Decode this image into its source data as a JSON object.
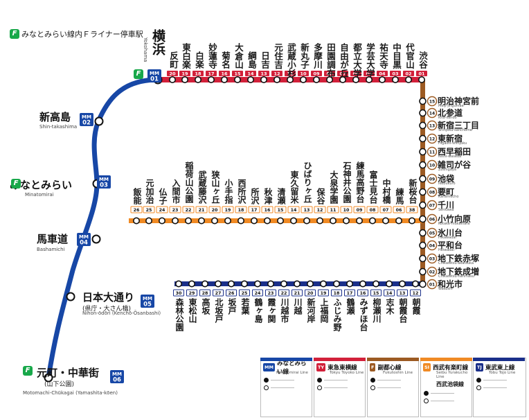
{
  "title": "みなとみらい線内Ｆライナー停車駅",
  "minatomirai": {
    "color": "#1747a6",
    "stations": [
      {
        "code": "01",
        "name": "横浜",
        "sub": "Yokohama",
        "flinear": true
      },
      {
        "code": "02",
        "name": "新高島",
        "sub": "Shin-takashima",
        "flinear": false
      },
      {
        "code": "03",
        "name": "みなとみらい",
        "sub": "Minatomirai",
        "flinear": true
      },
      {
        "code": "04",
        "name": "馬車道",
        "sub": "Bashamichi",
        "flinear": false
      },
      {
        "code": "05",
        "name": "日本大通り",
        "sub2": "(県庁・大さん橋)",
        "sub": "Nihon-ōdōri (Kenchō-Ōsanbashi)",
        "flinear": false
      },
      {
        "code": "06",
        "name": "元町・中華街",
        "sub2": "(山下公園)",
        "sub": "Motomachi-Chūkagai (Yamashita-kōen)",
        "flinear": true
      }
    ]
  },
  "toyoko": {
    "color": "#d2203a",
    "prefix": "TY",
    "stations": [
      {
        "code": "20",
        "name": "反町"
      },
      {
        "code": "19",
        "name": "東白楽"
      },
      {
        "code": "18",
        "name": "白楽"
      },
      {
        "code": "17",
        "name": "妙蓮寺"
      },
      {
        "code": "16",
        "name": "菊名"
      },
      {
        "code": "15",
        "name": "大倉山"
      },
      {
        "code": "14",
        "name": "綱島"
      },
      {
        "code": "13",
        "name": "日吉"
      },
      {
        "code": "12",
        "name": "元住吉"
      },
      {
        "code": "11",
        "name": "武蔵小杉"
      },
      {
        "code": "10",
        "name": "新丸子"
      },
      {
        "code": "09",
        "name": "多摩川"
      },
      {
        "code": "08",
        "name": "田園調布"
      },
      {
        "code": "07",
        "name": "自由が丘"
      },
      {
        "code": "06",
        "name": "都立大学"
      },
      {
        "code": "05",
        "name": "学芸大学"
      },
      {
        "code": "04",
        "name": "祐天寺"
      },
      {
        "code": "03",
        "name": "中目黒"
      },
      {
        "code": "02",
        "name": "代官山"
      },
      {
        "code": "01",
        "name": "渋谷"
      }
    ]
  },
  "fukutoshin": {
    "color": "#9c5a22",
    "prefix": "F",
    "stations": [
      {
        "code": "15",
        "name": "明治神宮前",
        "sub": "Meiji-jingumae"
      },
      {
        "code": "14",
        "name": "北参道",
        "sub": "Kita-sando"
      },
      {
        "code": "13",
        "name": "新宿三丁目",
        "sub": "Shinjuku-sanchome"
      },
      {
        "code": "12",
        "name": "東新宿",
        "sub": "Higashi-shinjuku"
      },
      {
        "code": "11",
        "name": "西早稲田",
        "sub": "Nishi-waseda"
      },
      {
        "code": "10",
        "name": "雑司が谷",
        "sub": "Zoshigaya"
      },
      {
        "code": "09",
        "name": "池袋",
        "sub": "Ikebukuro"
      },
      {
        "code": "08",
        "name": "要町",
        "sub": "Kanamecho"
      },
      {
        "code": "07",
        "name": "千川",
        "sub": "Senkawa"
      },
      {
        "code": "06",
        "name": "小竹向原",
        "sub": "Kotake-mukaihara"
      },
      {
        "code": "05",
        "name": "氷川台",
        "sub": "Hikawadai"
      },
      {
        "code": "04",
        "name": "平和台",
        "sub": "Heiwadai"
      },
      {
        "code": "03",
        "name": "地下鉄赤塚",
        "sub": "Chikatetsu-akatsuka"
      },
      {
        "code": "02",
        "name": "地下鉄成増",
        "sub": "Chikatetsu-narimasu"
      },
      {
        "code": "01",
        "name": "和光市",
        "sub": "Wakoshi"
      }
    ]
  },
  "seibu": {
    "color": "#f08a24",
    "prefix": "SI",
    "stations": [
      {
        "code": "26",
        "name": "飯能"
      },
      {
        "code": "25",
        "name": "元加治"
      },
      {
        "code": "24",
        "name": "仏子"
      },
      {
        "code": "23",
        "name": "入間市"
      },
      {
        "code": "22",
        "name": "稲荷山公園"
      },
      {
        "code": "21",
        "name": "武蔵藤沢"
      },
      {
        "code": "20",
        "name": "狭山ヶ丘"
      },
      {
        "code": "19",
        "name": "小手指"
      },
      {
        "code": "18",
        "name": "西所沢"
      },
      {
        "code": "17",
        "name": "所沢"
      },
      {
        "code": "16",
        "name": "秋津"
      },
      {
        "code": "15",
        "name": "清瀬"
      },
      {
        "code": "14",
        "name": "東久留米"
      },
      {
        "code": "13",
        "name": "ひばりヶ丘"
      },
      {
        "code": "12",
        "name": "保谷"
      },
      {
        "code": "11",
        "name": "大泉学園"
      },
      {
        "code": "10",
        "name": "石神井公園"
      },
      {
        "code": "09",
        "name": "練馬高野台"
      },
      {
        "code": "08",
        "name": "富士見台"
      },
      {
        "code": "07",
        "name": "中村橋"
      },
      {
        "code": "06",
        "name": "練馬"
      },
      {
        "code": "38",
        "name": "新桜台"
      }
    ]
  },
  "tojo": {
    "color": "#1a2f8a",
    "prefix": "TJ",
    "stations": [
      {
        "code": "30",
        "name": "森林公園"
      },
      {
        "code": "29",
        "name": "東松山"
      },
      {
        "code": "28",
        "name": "高坂"
      },
      {
        "code": "27",
        "name": "北坂戸"
      },
      {
        "code": "26",
        "name": "坂戸"
      },
      {
        "code": "25",
        "name": "若葉"
      },
      {
        "code": "24",
        "name": "鶴ヶ島"
      },
      {
        "code": "23",
        "name": "霞ヶ関"
      },
      {
        "code": "22",
        "name": "川越市"
      },
      {
        "code": "21",
        "name": "川越"
      },
      {
        "code": "20",
        "name": "新河岸"
      },
      {
        "code": "19",
        "name": "上福岡"
      },
      {
        "code": "18",
        "name": "ふじみ野"
      },
      {
        "code": "17",
        "name": "鶴瀬"
      },
      {
        "code": "16",
        "name": "みずほ台"
      },
      {
        "code": "15",
        "name": "柳瀬川"
      },
      {
        "code": "14",
        "name": "志木"
      },
      {
        "code": "13",
        "name": "朝霞台"
      },
      {
        "code": "12",
        "name": "朝霞"
      }
    ]
  },
  "legend": [
    {
      "name": "みなとみらい線",
      "en": "Minatomirai Line",
      "color": "#1747a6",
      "badge": "MM"
    },
    {
      "name": "東急東横線",
      "en": "Tokyu Toyoko Line",
      "color": "#d2203a",
      "badge": "TY"
    },
    {
      "name": "副都心線",
      "en": "Fukutoshin Line",
      "color": "#9c5a22",
      "badge": "F"
    },
    {
      "name": "西武有楽町線",
      "name2": "西武池袋線",
      "en": "Seibu Yurakucho Line",
      "color": "#f08a24",
      "badge": "SI"
    },
    {
      "name": "東武東上線",
      "en": "Tobu Tojo Line",
      "color": "#1a2f8a",
      "badge": "TJ"
    }
  ]
}
